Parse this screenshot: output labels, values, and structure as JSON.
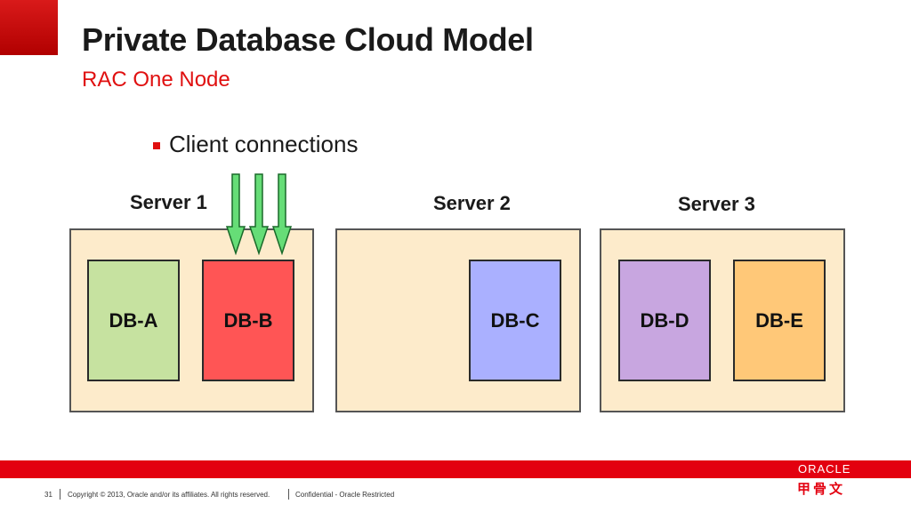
{
  "slide": {
    "title": "Private Database Cloud Model",
    "subtitle": "RAC One Node",
    "bullet": "Client connections"
  },
  "servers": [
    {
      "label": "Server 1",
      "databases": [
        "DB-A",
        "DB-B"
      ]
    },
    {
      "label": "Server 2",
      "databases": [
        "DB-C"
      ]
    },
    {
      "label": "Server 3",
      "databases": [
        "DB-D",
        "DB-E"
      ]
    }
  ],
  "db_colors": {
    "DB-A": "#c6e2a0",
    "DB-B": "#ff5555",
    "DB-C": "#aab0ff",
    "DB-D": "#c8a6e0",
    "DB-E": "#ffc878"
  },
  "connection_arrow_count": 3,
  "connection_arrow_color": "#66dd77",
  "server_fill_color": "#fdebcb",
  "accent_color": "#e3000f",
  "footer": {
    "page_number": "31",
    "copyright": "Copyright © 2013, Oracle and/or its affiliates. All rights reserved.",
    "confidentiality": "Confidential - Oracle Restricted"
  },
  "logo": {
    "text": "ORACLE",
    "cn_text": "甲骨文"
  }
}
